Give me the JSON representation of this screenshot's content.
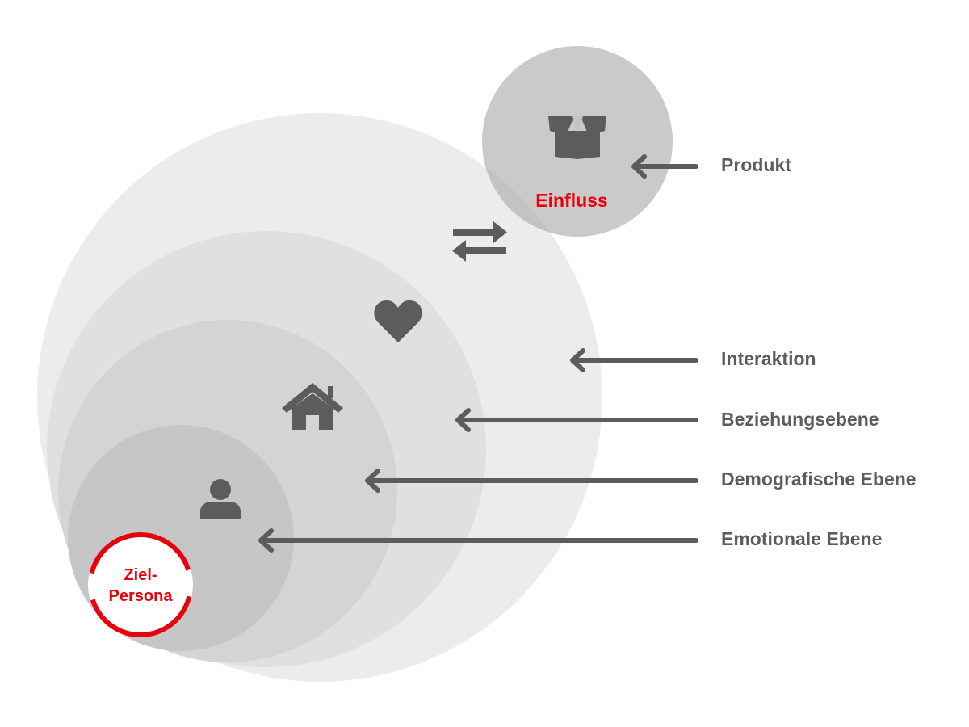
{
  "colors": {
    "layer_outer": "#ececec",
    "layer_2": "#e0e0e0",
    "layer_3": "#d4d4d4",
    "layer_inner": "#c6c6c6",
    "product_circle": "#c0c0c0",
    "icon": "#5c5c5c",
    "arrow": "#5c5c5c",
    "label": "#5c5c5c",
    "accent": "#e8000d",
    "white": "#ffffff"
  },
  "product": {
    "icon": "open-box-icon",
    "caption": "Einfluss"
  },
  "exchange_icon": "exchange-arrows-icon",
  "layer_icons": {
    "relationship": "heart-icon",
    "demographic": "house-icon",
    "emotional": "user-icon"
  },
  "persona": {
    "line1": "Ziel-",
    "line2": "Persona"
  },
  "labels": {
    "product": "Produkt",
    "interaction": "Interaktion",
    "relationship": "Beziehungsebene",
    "demographic": "Demografische Ebene",
    "emotional": "Emotionale Ebene"
  }
}
